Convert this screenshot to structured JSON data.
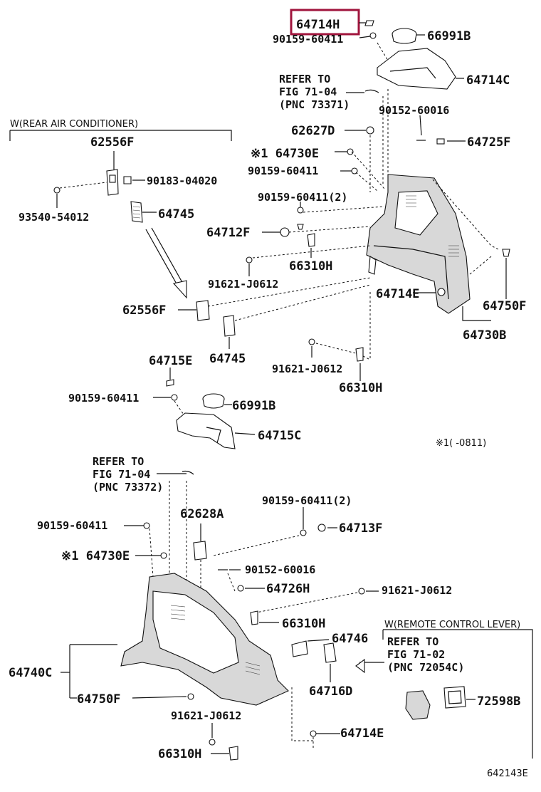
{
  "header": {
    "highlighted_part": "64714H"
  },
  "notes": {
    "rear_air_conditioner": "W(REAR AIR CONDITIONER)",
    "remote_control_lever": "W(REMOTE CONTROL LEVER)",
    "footnote": "※1(      -0811)",
    "figure_id": "642143E"
  },
  "references": {
    "ref_top": [
      "REFER TO",
      "FIG 71-04",
      "(PNC 73371)"
    ],
    "ref_mid": [
      "REFER TO",
      "FIG 71-04",
      "(PNC 73372)"
    ],
    "ref_right": [
      "REFER TO",
      "FIG 71-02",
      "(PNC 72054C)"
    ]
  },
  "part_numbers": {
    "p_64714H": "64714H",
    "p_90159_60411_a": "90159-60411",
    "p_66991B_a": "66991B",
    "p_64714C": "64714C",
    "p_90152_60016_a": "90152-60016",
    "p_62627D": "62627D",
    "p_64725F": "64725F",
    "p_62556F_a": "62556F",
    "p_64730E_a": "※1 64730E",
    "p_90159_60411_b": "90159-60411",
    "p_90183_04020": "90183-04020",
    "p_90159_60411_2a": "90159-60411(2)",
    "p_93540_54012": "93540-54012",
    "p_64745_a": "64745",
    "p_64712F": "64712F",
    "p_66310H_a": "66310H",
    "p_91621_J0612_a": "91621-J0612",
    "p_64714E_a": "64714E",
    "p_64750F_a": "64750F",
    "p_62556F_b": "62556F",
    "p_64730B": "64730B",
    "p_64745_b": "64745",
    "p_91621_J0612_b": "91621-J0612",
    "p_64715E": "64715E",
    "p_66310H_b": "66310H",
    "p_90159_60411_c": "90159-60411",
    "p_66991B_b": "66991B",
    "p_64715C": "64715C",
    "p_90159_60411_2b": "90159-60411(2)",
    "p_62628A": "62628A",
    "p_90159_60411_d": "90159-60411",
    "p_64713F": "64713F",
    "p_64730E_b": "※1 64730E",
    "p_90152_60016_b": "90152-60016",
    "p_64726H": "64726H",
    "p_91621_J0612_c": "91621-J0612",
    "p_66310H_c": "66310H",
    "p_64746": "64746",
    "p_64740C": "64740C",
    "p_64716D": "64716D",
    "p_64750F_b": "64750F",
    "p_72598B": "72598B",
    "p_91621_J0612_d": "91621-J0612",
    "p_64714E_b": "64714E",
    "p_66310H_d": "66310H"
  }
}
